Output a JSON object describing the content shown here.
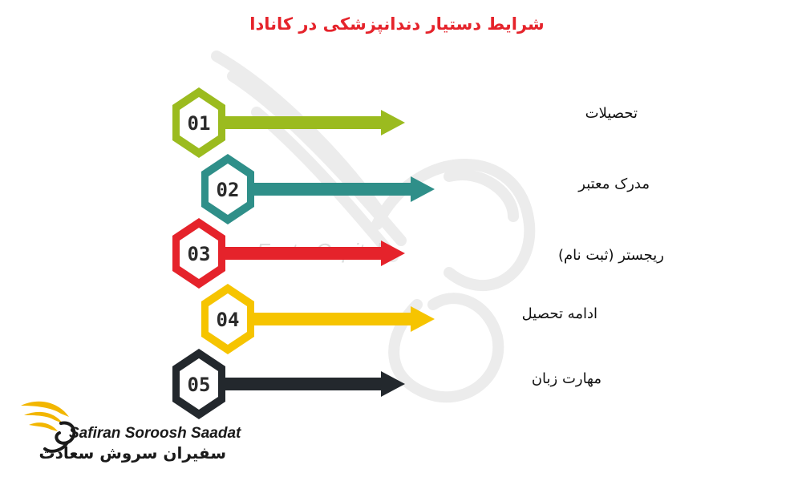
{
  "title": "شرایط دستیار دندانپزشکی در کانادا",
  "steps": [
    {
      "number": "01",
      "label": "تحصیلات",
      "color": "#9bbb1f"
    },
    {
      "number": "02",
      "label": "مدرک معتبر",
      "color": "#2f8f89"
    },
    {
      "number": "03",
      "label": "ریجستر (ثبت نام)",
      "color": "#e5232b"
    },
    {
      "number": "04",
      "label": "ادامه تحصیل",
      "color": "#f6c400"
    },
    {
      "number": "05",
      "label": "مهارت زبان",
      "color": "#23282d"
    }
  ],
  "watermark": {
    "text": "FosterCapital"
  },
  "logo": {
    "name_latin": "Safiran Soroosh Saadat",
    "name_persian": "سفیران سروش سعادت",
    "accent_color": "#f2b600"
  }
}
